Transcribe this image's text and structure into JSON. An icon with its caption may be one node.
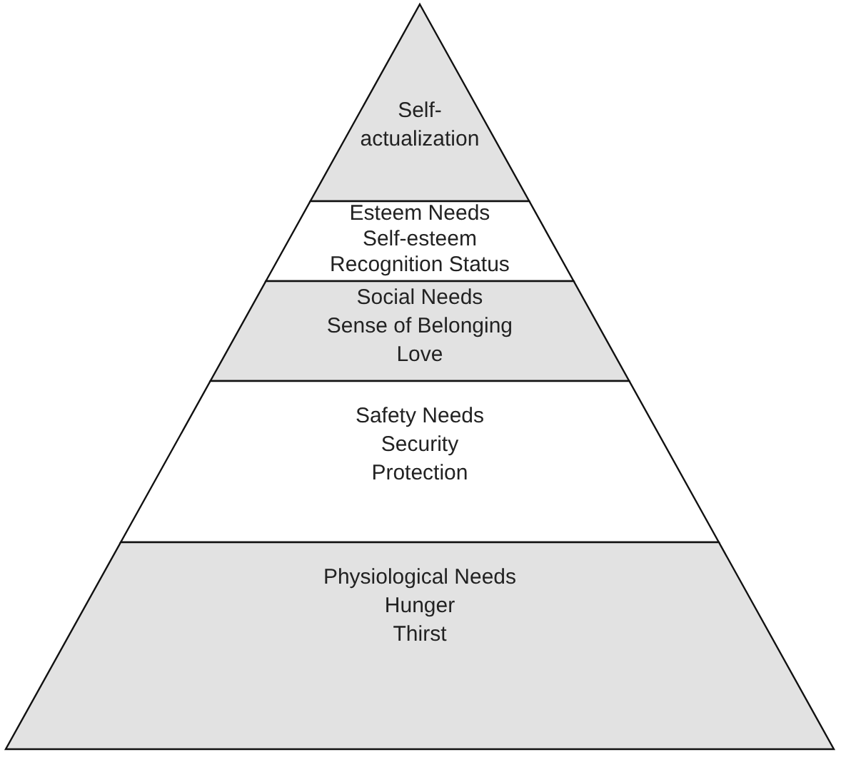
{
  "diagram": {
    "nodes": [
      {
        "text": [
          "Self-actualization"
        ]
      },
      {
        "text": [
          "Esteem Needs",
          "Self-esteem",
          "Recognition Status"
        ]
      },
      {
        "text": [
          "Social Needs",
          "Sense of Belonging",
          "Love"
        ]
      },
      {
        "text": [
          "Safety Needs",
          "Security",
          "Protection"
        ]
      },
      {
        "text": [
          "Physiological Needs",
          "Hunger",
          "Thirst"
        ]
      }
    ]
  }
}
